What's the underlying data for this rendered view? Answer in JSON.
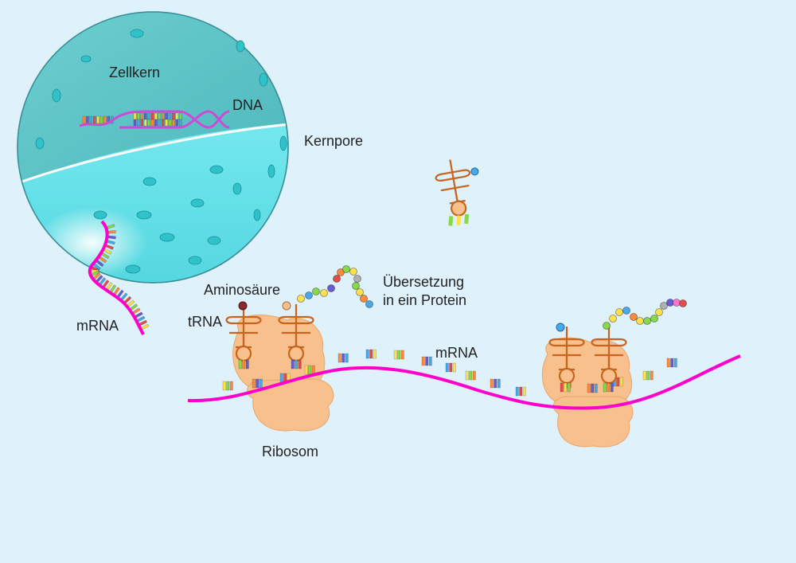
{
  "labels": {
    "nucleus": "Zellkern",
    "dna": "DNA",
    "nuclear_pore": "Kernpore",
    "mrna_nucleus": "mRNA",
    "amino_acid": "Aminosäure",
    "trna": "tRNA",
    "translation_line1": "Übersetzung",
    "translation_line2": "in ein Protein",
    "mrna_strand": "mRNA",
    "ribosome": "Ribosom"
  },
  "colors": {
    "background": "#dff2fb",
    "nucleus_upper": "#5fc4c7",
    "nucleus_lower": "#7ee9ef",
    "pore": "#2fc3c9",
    "mrna": "#ff00cc",
    "dna_strand": "#d048d8",
    "ribosome": "#f7c08c",
    "trna": "#c8641e",
    "base_palette": [
      "#ffe14a",
      "#88d84a",
      "#ff8a3a",
      "#6a5ccf",
      "#4aa8e8",
      "#e84a4a"
    ]
  },
  "icons": [
    "nucleus-sphere-icon",
    "dna-helix-icon",
    "nuclear-pore-icon",
    "trna-icon",
    "ribosome-icon",
    "amino-acid-bead-icon",
    "protein-chain-icon"
  ]
}
